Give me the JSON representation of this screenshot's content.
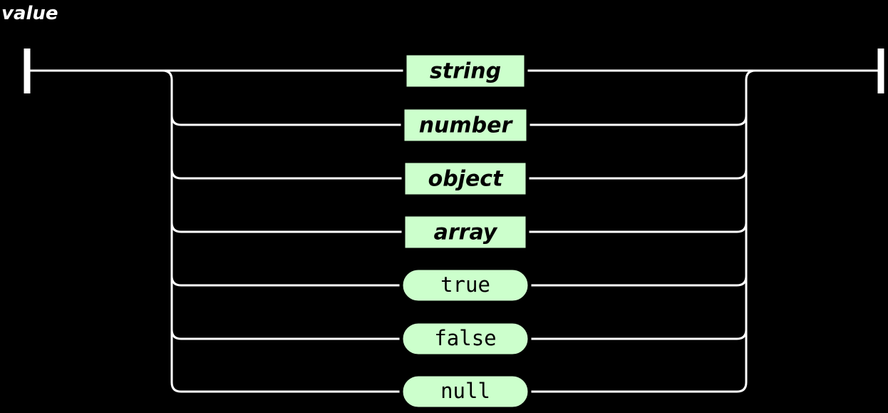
{
  "diagram": {
    "type": "railroad-syntax-diagram",
    "title": "value",
    "background_color": "#000000",
    "line_color": "#ffffff",
    "node_fill_color": "#ccffcc",
    "node_stroke_color": "#000000",
    "node_text_color": "#000000",
    "title_color": "#ffffff",
    "description": "JSON value alternation: string, number, object, array, true, false, null",
    "entry_marker": "start-bar",
    "exit_marker": "end-bar",
    "alternatives": [
      {
        "label": "string",
        "kind": "nonterminal",
        "shape": "rect",
        "row": 1
      },
      {
        "label": "number",
        "kind": "nonterminal",
        "shape": "rect",
        "row": 2
      },
      {
        "label": "object",
        "kind": "nonterminal",
        "shape": "rect",
        "row": 3
      },
      {
        "label": "array",
        "kind": "nonterminal",
        "shape": "rect",
        "row": 4
      },
      {
        "label": "true",
        "kind": "terminal",
        "shape": "pill",
        "row": 5
      },
      {
        "label": "false",
        "kind": "terminal",
        "shape": "pill",
        "row": 6
      },
      {
        "label": "null",
        "kind": "terminal",
        "shape": "pill",
        "row": 7
      }
    ]
  }
}
